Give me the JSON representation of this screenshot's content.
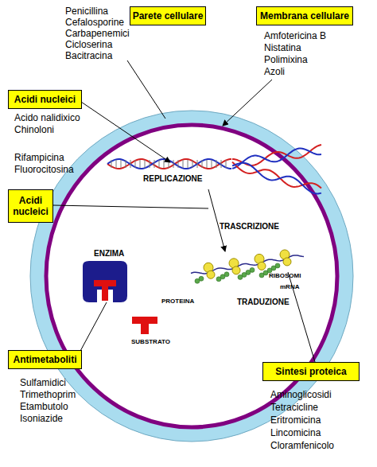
{
  "diagram": {
    "nodes": [
      {
        "text": [
          "Parete cellulare"
        ]
      },
      {
        "text": [
          "Membrana cellulare"
        ]
      },
      {
        "text": [
          "Acidi nucleici"
        ]
      },
      {
        "text": [
          "Acidi nucleici"
        ]
      },
      {
        "text": [
          "Antimetaboliti"
        ]
      },
      {
        "text": [
          "Sintesi proteica"
        ]
      }
    ],
    "labels": [
      "Penicillina",
      "Cefalosporine",
      "Carbapenemici",
      "Cicloserina",
      "Bacitracina",
      "Amfotericina B",
      "Nistatina",
      "Polimixina",
      "Azoli",
      "Acido nalidixico",
      "Chinoloni",
      "Rifampicina",
      "Fluorocitosina",
      "REPLICAZIONE",
      "TRASCRIZIONE",
      "RIBOSOMI",
      "mRNA",
      "ENZIMA",
      "PROTEINA",
      "TRADUZIONE",
      "SUBSTRATO",
      "Sulfamidici",
      "Trimethoprim",
      "Etambutolo",
      "Isoniazide",
      "Aminoglicosidi",
      "Tetracicline",
      "Eritromicina",
      "Lincomicina",
      "Cloramfenicolo"
    ]
  }
}
